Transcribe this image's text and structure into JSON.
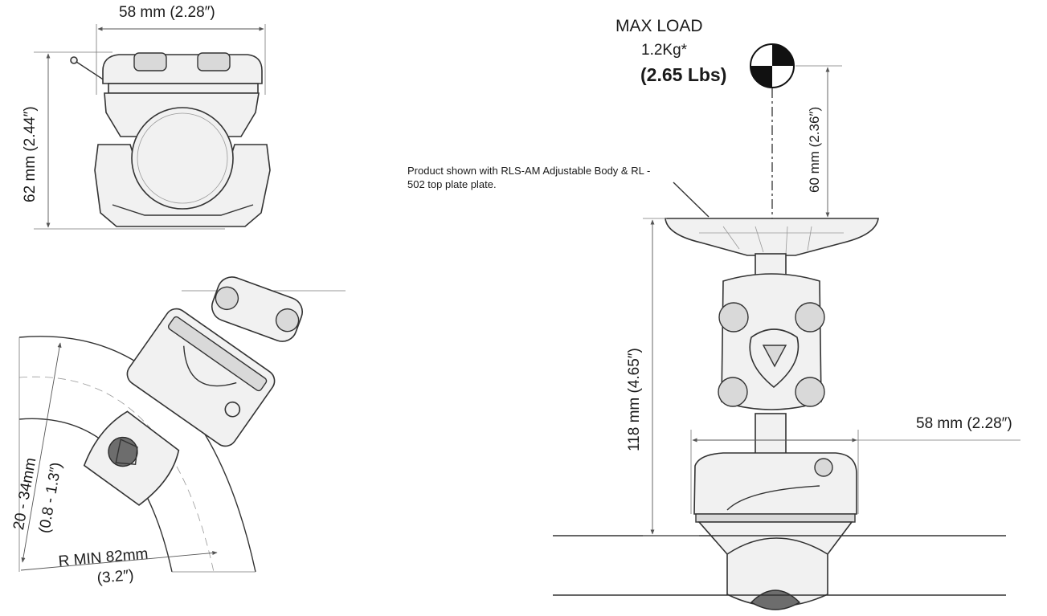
{
  "labels": {
    "top_width": "58 mm (2.28″)",
    "top_height": "62 mm (2.44″)",
    "max_load_title": "MAX LOAD",
    "max_load_kg": "1.2Kg*",
    "max_load_lbs": "(2.65 Lbs)",
    "load_height": "60 mm (2.36″)",
    "product_note": "Product shown with RLS-AM Adjustable Body & RL - 502 top plate plate.",
    "overall_height": "118 mm (4.65″)",
    "base_width": "58 mm (2.28″)",
    "rail_range_mm": "20 - 34mm",
    "rail_range_in": "(0.8 - 1.3″)",
    "radius_mm": "R MIN 82mm",
    "radius_in": "(3.2″)"
  }
}
